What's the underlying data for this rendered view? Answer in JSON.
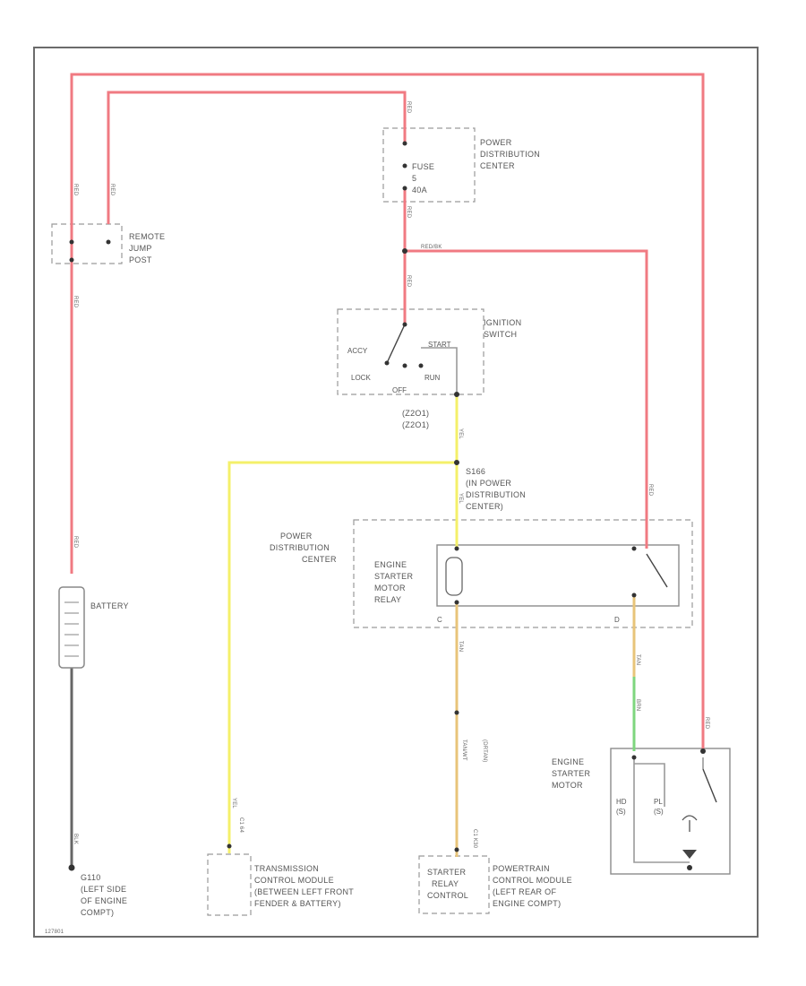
{
  "labels": {
    "pdc_top_1": "POWER",
    "pdc_top_2": "DISTRIBUTION",
    "pdc_top_3": "CENTER",
    "fuse_1": "FUSE",
    "fuse_2": "5",
    "fuse_3": "40A",
    "remote_1": "REMOTE",
    "remote_2": "JUMP",
    "remote_3": "POST",
    "ign_1": "IGNITION",
    "ign_2": "SWITCH",
    "ign_acc": "ACCY",
    "ign_lock": "LOCK",
    "ign_off": "OFF",
    "ign_start": "START",
    "ign_run": "RUN",
    "splice_1": "(Z2O1)",
    "splice_2": "(Z2O1)",
    "s166_1": "S166",
    "s166_2": "(IN POWER",
    "s166_3": "DISTRIBUTION",
    "s166_4": "CENTER)",
    "pdc_mid_1": "POWER",
    "pdc_mid_2": "DISTRIBUTION",
    "pdc_mid_3": "CENTER",
    "relay_1": "ENGINE",
    "relay_2": "STARTER",
    "relay_3": "MOTOR",
    "relay_4": "RELAY",
    "pin_c": "C",
    "pin_d": "D",
    "battery": "BATTERY",
    "motor_1": "ENGINE",
    "motor_2": "STARTER",
    "motor_3": "MOTOR",
    "motor_hd": "HD",
    "motor_hd2": "(S)",
    "motor_pl": "PL",
    "motor_pl2": "(S)",
    "ground_1": "G110",
    "ground_2": "(LEFT SIDE",
    "ground_3": "OF ENGINE",
    "ground_4": "COMPT)",
    "tcm_1": "TRANSMISSION",
    "tcm_2": "CONTROL MODULE",
    "tcm_3": "(BETWEEN LEFT FRONT",
    "tcm_4": "FENDER & BATTERY)",
    "src_1": "STARTER",
    "src_2": "RELAY",
    "src_3": "CONTROL",
    "pcm_1": "POWERTRAIN",
    "pcm_2": "CONTROL MODULE",
    "pcm_3": "(LEFT REAR OF",
    "pcm_4": "ENGINE COMPT)",
    "tcm_pin": "C1 64",
    "pcm_pin": "C1 K30",
    "tcm_wire": "YEL",
    "pcm_wire_1": "TAN/WT",
    "pcm_wire_2": "(DRTAN)",
    "footer": "127801"
  },
  "wire_labels": {
    "red_top": "RED",
    "red_left_a": "RED",
    "red_left_b": "RED",
    "red_left_c": "RED",
    "red_left_d": "RED",
    "red_mid_a": "RED",
    "red_mid_b": "RED/BK",
    "red_mid_c": "RED",
    "red_right_a": "RED",
    "red_right_b": "RED",
    "yel_a": "YEL",
    "yel_b": "YEL",
    "tan_a": "TAN",
    "tan_b": "TAN",
    "grn_a": "BRN",
    "blk_a": "BLK"
  },
  "colors": {
    "red": "#f07a82",
    "yellow": "#f4f06a",
    "tan": "#e8c47a",
    "green": "#7ed67e",
    "black": "#666666"
  }
}
